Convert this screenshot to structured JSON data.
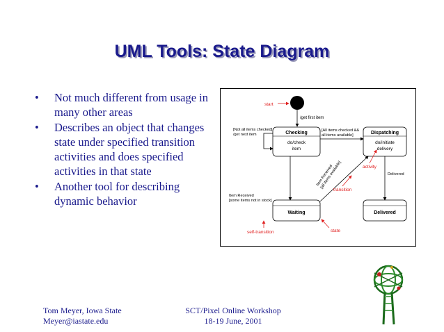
{
  "slide": {
    "title": "UML Tools: State Diagram",
    "bullets": [
      "Not much different from usage in many other areas",
      "Describes an object that changes state under specified transition activities and does specified activities in that state",
      "Another tool for describing dynamic behavior"
    ],
    "bullet_symbol": "•"
  },
  "diagram": {
    "states": {
      "checking": {
        "name": "Checking",
        "activity_line1": "do/check",
        "activity_line2": "item"
      },
      "dispatching": {
        "name": "Dispatching",
        "activity_line1": "do/initiate",
        "activity_line2": "delivery"
      },
      "waiting": {
        "name": "Waiting"
      },
      "delivered": {
        "name": "Delivered"
      }
    },
    "transitions": {
      "get_first_item": "/get first item",
      "self_guard_line1": "[Not all items checked]",
      "self_guard_line2": "/get next item",
      "all_checked_line1": "[All items checked &&",
      "all_checked_line2": "all items available]",
      "item_received_diag_line1": "Item Received",
      "item_received_diag_line2": "[all items available]",
      "item_received_left_line1": "Item Received",
      "item_received_left_line2": "[some items not in stock]",
      "delivered": "Delivered"
    },
    "annotations": {
      "start": "start",
      "activity": "activity",
      "transition": "transition",
      "self_transition": "self-transition",
      "state": "state"
    },
    "colors": {
      "annotation": "#e02020",
      "line": "#000000"
    }
  },
  "footer": {
    "author": "Tom Meyer, Iowa State",
    "email": "Meyer@iastate.edu",
    "event": "SCT/Pixel Online Workshop",
    "date": "18-19 June, 2001"
  }
}
